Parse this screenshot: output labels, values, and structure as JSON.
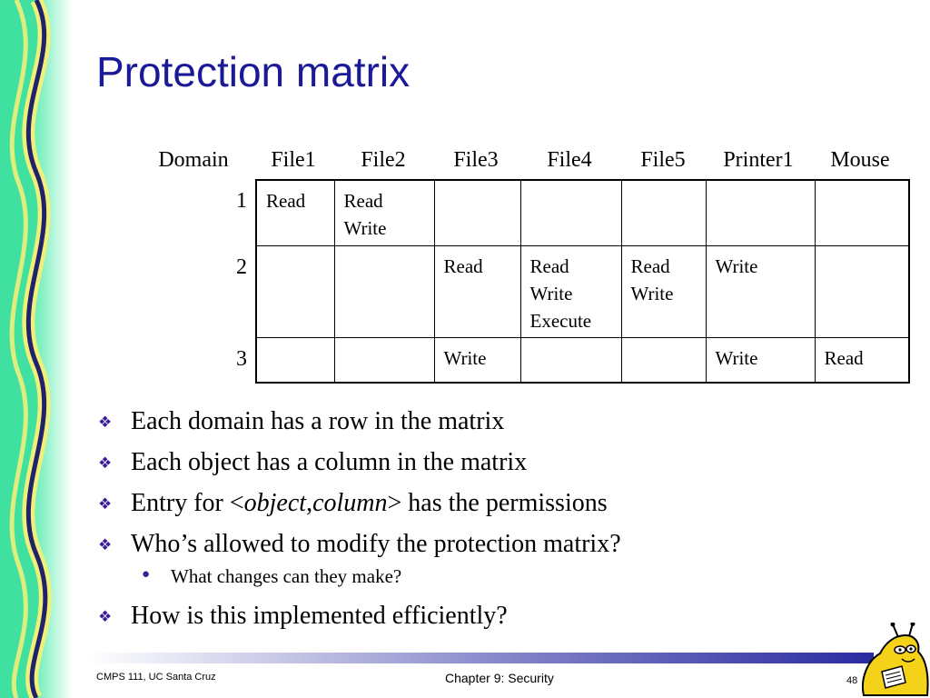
{
  "title": "Protection matrix",
  "theme": {
    "title_color": "#1a1a99",
    "band_green": "#3fe0a0",
    "band_yellow": "#eef07a",
    "band_navy": "#22226a",
    "bullet_color": "#3b1c99"
  },
  "matrix": {
    "corner_label": "Domain",
    "columns": [
      "File1",
      "File2",
      "File3",
      "File4",
      "File5",
      "Printer1",
      "Mouse"
    ],
    "rows": [
      {
        "label": "1",
        "cells": [
          [
            "Read"
          ],
          [
            "Read",
            "Write"
          ],
          [],
          [],
          [],
          [],
          []
        ]
      },
      {
        "label": "2",
        "cells": [
          [],
          [],
          [
            "Read"
          ],
          [
            "Read",
            "Write",
            "Execute"
          ],
          [
            "Read",
            "Write"
          ],
          [
            "Write"
          ],
          []
        ]
      },
      {
        "label": "3",
        "cells": [
          [],
          [],
          [
            "Write"
          ],
          [],
          [],
          [
            "Write"
          ],
          [
            "Read"
          ]
        ]
      }
    ]
  },
  "bullets": [
    {
      "text": "Each domain has a row in the matrix"
    },
    {
      "text": "Each object has a column in the matrix"
    },
    {
      "segments": [
        {
          "text": "Entry for <",
          "italic": false
        },
        {
          "text": "object",
          "italic": true
        },
        {
          "text": ",",
          "italic": false
        },
        {
          "text": "column",
          "italic": true
        },
        {
          "text": "> has the permissions",
          "italic": false
        }
      ]
    },
    {
      "text": "Who’s allowed to modify the protection matrix?",
      "sub": [
        "What changes can they make?"
      ]
    },
    {
      "text": "How is this implemented efficiently?"
    }
  ],
  "bullet_icon": "diamond-bullet-icon",
  "sub_bullet_icon": "dot-bullet-icon",
  "footer": {
    "left": "CMPS 111, UC Santa Cruz",
    "center": "Chapter 9: Security",
    "page": "48",
    "logo_icon": "banana-slug-mascot-icon"
  }
}
